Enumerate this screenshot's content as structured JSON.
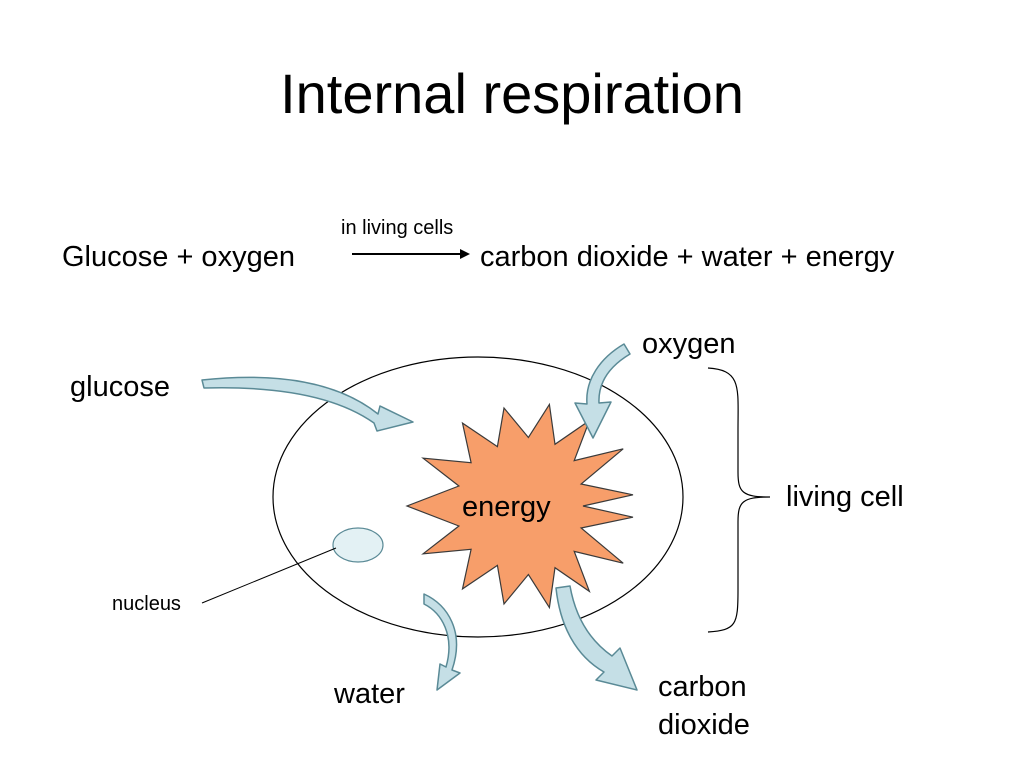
{
  "title": "Internal respiration",
  "equation": {
    "reactants": "Glucose + oxygen",
    "condition": "in living cells",
    "products": "carbon dioxide + water + energy"
  },
  "labels": {
    "glucose": "glucose",
    "oxygen": "oxygen",
    "energy": "energy",
    "living_cell": "living cell",
    "nucleus": "nucleus",
    "water": "water",
    "carbon_dioxide_line1": "carbon",
    "carbon_dioxide_line2": "dioxide"
  },
  "colors": {
    "arrow_fill": "#c5dfe6",
    "arrow_stroke": "#5a8a96",
    "burst_fill": "#f79e6a",
    "nucleus_fill": "#e3f1f4",
    "line": "#000000"
  }
}
